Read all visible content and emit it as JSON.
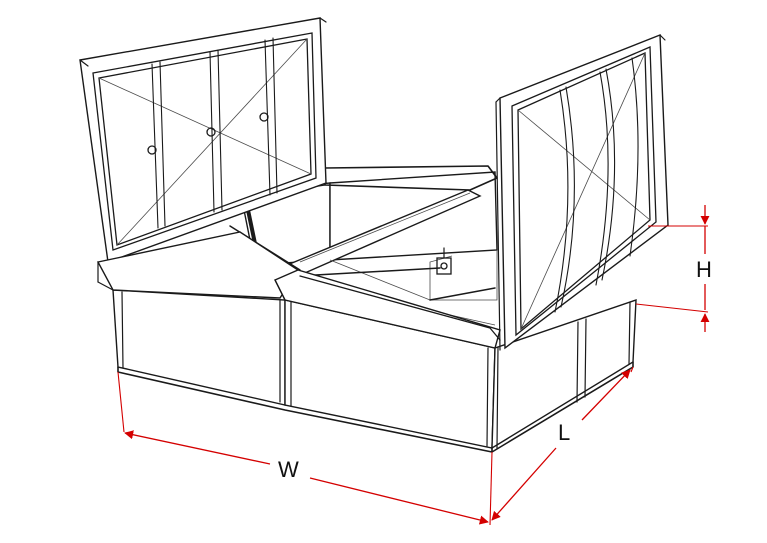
{
  "dimensions": {
    "width_label": "W",
    "length_label": "L",
    "height_label": "H"
  },
  "colors": {
    "dimension_line": "#d40000",
    "outline": "#1a1a1a",
    "background": "#ffffff"
  }
}
